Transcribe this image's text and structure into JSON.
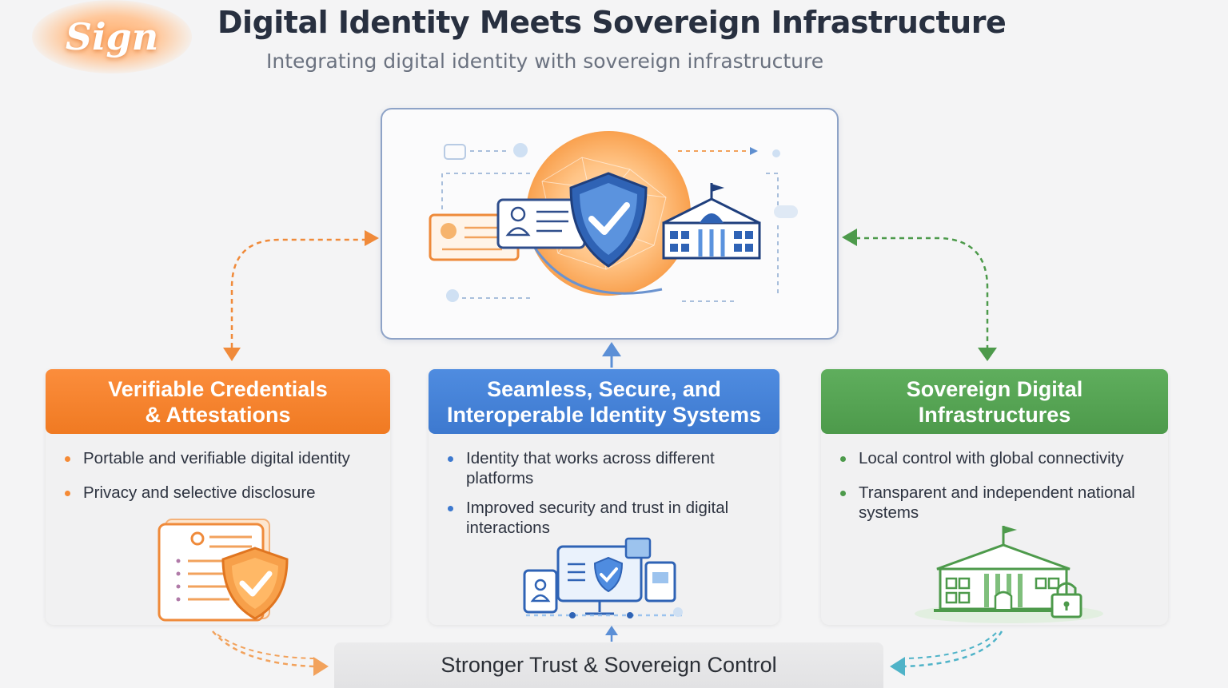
{
  "header": {
    "logo_text": "Sign",
    "title": "Digital Identity Meets Sovereign Infrastructure",
    "subtitle": "Integrating digital identity with sovereign infrastructure"
  },
  "columns": [
    {
      "title_lines": [
        "Verifiable Credentials",
        "& Attestations"
      ],
      "bullets": [
        "Portable and verifiable digital identity",
        "Privacy and selective disclosure"
      ],
      "icon": "credential-document-shield-icon"
    },
    {
      "title_lines": [
        "Seamless, Secure, and",
        "Interoperable Identity Systems"
      ],
      "bullets": [
        "Identity that works across different platforms",
        "Improved security and trust in digital interactions"
      ],
      "icon": "connected-devices-icon"
    },
    {
      "title_lines": [
        "Sovereign Digital",
        "Infrastructures"
      ],
      "bullets": [
        "Local control with global connectivity",
        "Transparent and independent national systems"
      ],
      "icon": "government-building-lock-icon"
    }
  ],
  "hub": {
    "icon": "globe-identity-shield-government-icon"
  },
  "footer": {
    "label": "Stronger Trust & Sovereign Control"
  },
  "colors": {
    "orange": "#f07a22",
    "blue": "#3d79cf",
    "green": "#4d9a4b",
    "teal": "#4fb3c8",
    "title": "#283040"
  }
}
